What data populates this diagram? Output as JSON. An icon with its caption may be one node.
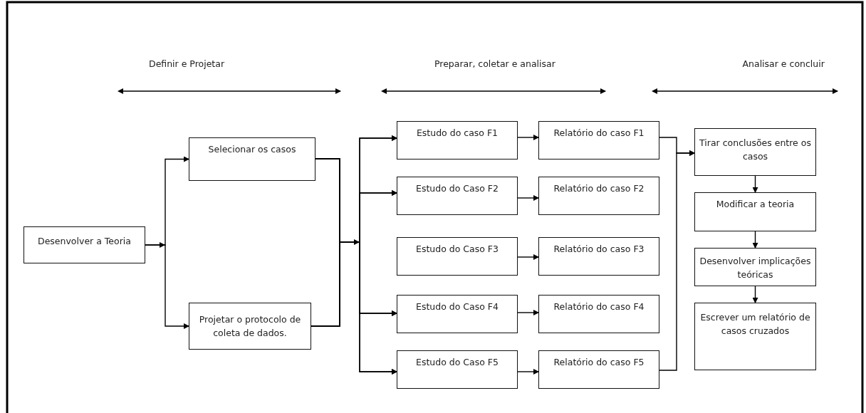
{
  "diagram": {
    "nodes": [
      {
        "text": [
          "Desenvolver a Teoria"
        ]
      },
      {
        "text": [
          "Selecionar os casos"
        ]
      },
      {
        "text": [
          "Projetar o protocolo de coleta de dados."
        ]
      },
      {
        "text": [
          "Estudo do caso F1"
        ]
      },
      {
        "text": [
          "Estudo do Caso F2"
        ]
      },
      {
        "text": [
          "Estudo do Caso F3"
        ]
      },
      {
        "text": [
          "Estudo do Caso F4"
        ]
      },
      {
        "text": [
          "Estudo do Caso F5"
        ]
      },
      {
        "text": [
          "Relatório do caso F1"
        ]
      },
      {
        "text": [
          "Relatório do caso F2"
        ]
      },
      {
        "text": [
          "Relatório do caso F3"
        ]
      },
      {
        "text": [
          "Relatório do caso F4"
        ]
      },
      {
        "text": [
          "Relatório do caso F5"
        ]
      },
      {
        "text": [
          "Tirar conclusões entre os casos"
        ]
      },
      {
        "text": [
          "Modificar a teoria"
        ]
      },
      {
        "text": [
          "Desenvolver implicações teóricas"
        ]
      },
      {
        "text": [
          "Escrever um relatório de casos cruzados"
        ]
      }
    ],
    "edges": [
      {
        "from": 0,
        "to": 1,
        "arrow": "to"
      },
      {
        "from": 0,
        "to": 2,
        "arrow": "to"
      },
      {
        "from": 1,
        "to": 3,
        "arrow": "to"
      },
      {
        "from": 1,
        "to": 4,
        "arrow": "to"
      },
      {
        "from": 1,
        "to": 6,
        "arrow": "to"
      },
      {
        "from": 1,
        "to": 7,
        "arrow": "to"
      },
      {
        "from": 2,
        "to": 3,
        "arrow": "to"
      },
      {
        "from": 2,
        "to": 4,
        "arrow": "to"
      },
      {
        "from": 2,
        "to": 6,
        "arrow": "to"
      },
      {
        "from": 2,
        "to": 7,
        "arrow": "to"
      },
      {
        "from": 3,
        "to": 8,
        "arrow": "to"
      },
      {
        "from": 4,
        "to": 9,
        "arrow": "to"
      },
      {
        "from": 5,
        "to": 10,
        "arrow": "to"
      },
      {
        "from": 6,
        "to": 11,
        "arrow": "to"
      },
      {
        "from": 7,
        "to": 12,
        "arrow": "to"
      },
      {
        "from": 8,
        "to": 13,
        "arrow": "to"
      },
      {
        "from": 12,
        "to": 13,
        "arrow": "to"
      },
      {
        "from": 13,
        "to": 14,
        "arrow": "to"
      },
      {
        "from": 14,
        "to": 15,
        "arrow": "to"
      },
      {
        "from": 15,
        "to": 16,
        "arrow": "to"
      }
    ],
    "labels": [
      "Definir e Projetar",
      "Preparar, coletar e analisar",
      "Analisar e concluir"
    ]
  }
}
